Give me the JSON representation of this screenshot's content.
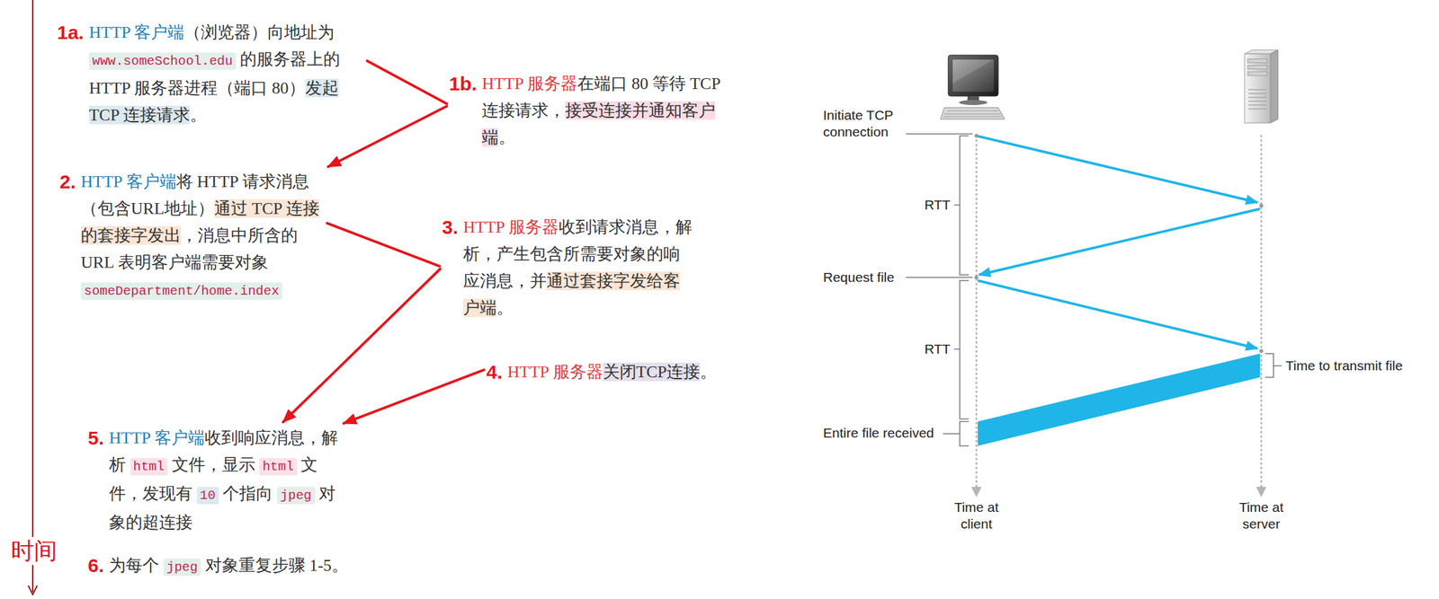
{
  "diagram": {
    "nodes": [
      {
        "text": [
          "1a.",
          "HTTP 客户端（浏览器）向地址为 www.someSchool.edu 的服务器上的 HTTP 服务器进程（端口 80）发起 TCP 连接请求。"
        ]
      },
      {
        "text": [
          "1b.",
          "HTTP 服务器在端口 80 等待 TCP 连接请求，接受连接并通知客户端。"
        ]
      },
      {
        "text": [
          "2.",
          "HTTP 客户端将 HTTP 请求消息（包含URL地址）通过 TCP 连接的套接字发出，消息中所含的 URL 表明客户端需要对象 someDepartment/home.index"
        ]
      },
      {
        "text": [
          "3.",
          "HTTP 服务器收到请求消息，解析，产生包含所需要对象的响应消息，并通过套接字发给客户端。"
        ]
      },
      {
        "text": [
          "4.",
          "HTTP 服务器关闭TCP连接。"
        ]
      },
      {
        "text": [
          "5.",
          "HTTP 客户端收到响应消息，解析 html 文件，显示 html 文件，发现有 10 个指向 jpeg 对象的超连接"
        ]
      },
      {
        "text": [
          "6.",
          "为每个 jpeg 对象重复步骤 1-5。"
        ]
      }
    ],
    "edges": [
      {
        "from": 0,
        "to": 1,
        "arrow": "none"
      },
      {
        "from": 1,
        "to": 2,
        "arrow": "to"
      },
      {
        "from": 2,
        "to": 3,
        "arrow": "none"
      },
      {
        "from": 3,
        "to": 5,
        "arrow": "to"
      },
      {
        "from": 4,
        "to": 5,
        "arrow": "to"
      }
    ],
    "labels": [
      "时间",
      "Initiate TCP connection",
      "RTT",
      "Request file",
      "RTT",
      "Time to transmit file",
      "Entire file received",
      "Time at client",
      "Time at server"
    ]
  }
}
